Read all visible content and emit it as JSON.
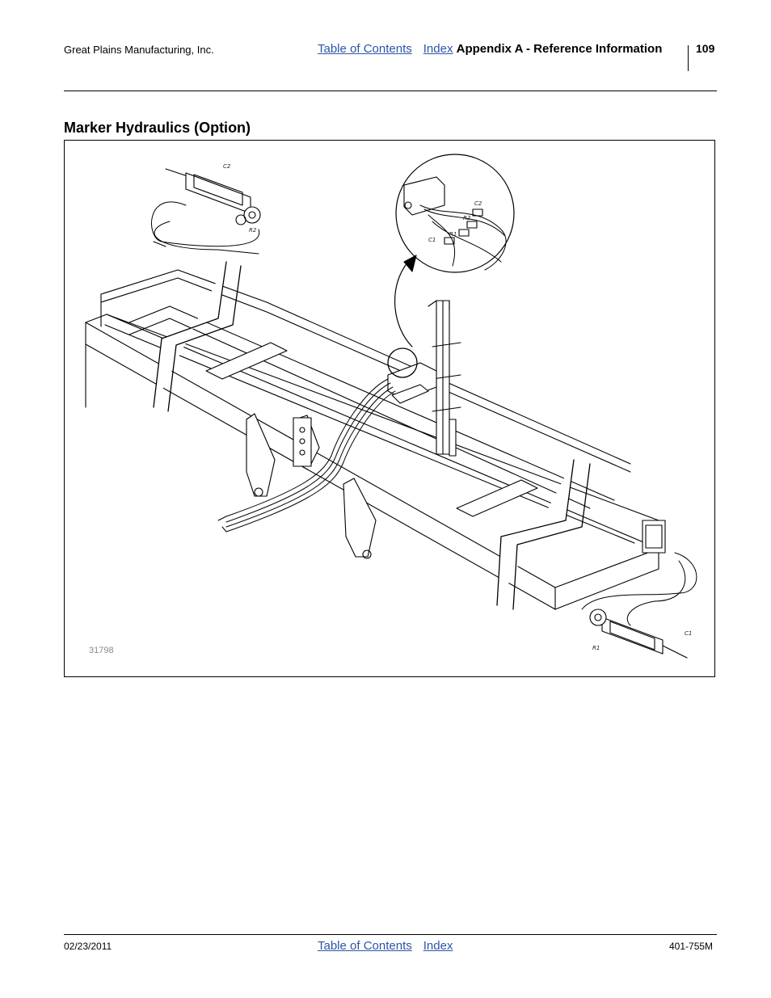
{
  "header": {
    "company": "Great Plains Manufacturing, Inc.",
    "toc_link": "Table of Contents",
    "index_link": "Index",
    "section": "Appendix A - Reference Information",
    "page_number": "109"
  },
  "page_title": "Marker Hydraulics (Option)",
  "figure": {
    "figure_number": "31798",
    "callouts": {
      "top_cylinder_port_c": "C2",
      "top_cylinder_port_r": "R2",
      "detail_c2": "C2",
      "detail_r2": "R2",
      "detail_c1": "C1",
      "detail_r1": "R1",
      "bottom_cylinder_port_c": "C1",
      "bottom_cylinder_port_r": "R1"
    }
  },
  "footer": {
    "date": "02/23/2011",
    "toc_link": "Table of Contents",
    "index_link": "Index",
    "doc_number": "401-755M"
  }
}
